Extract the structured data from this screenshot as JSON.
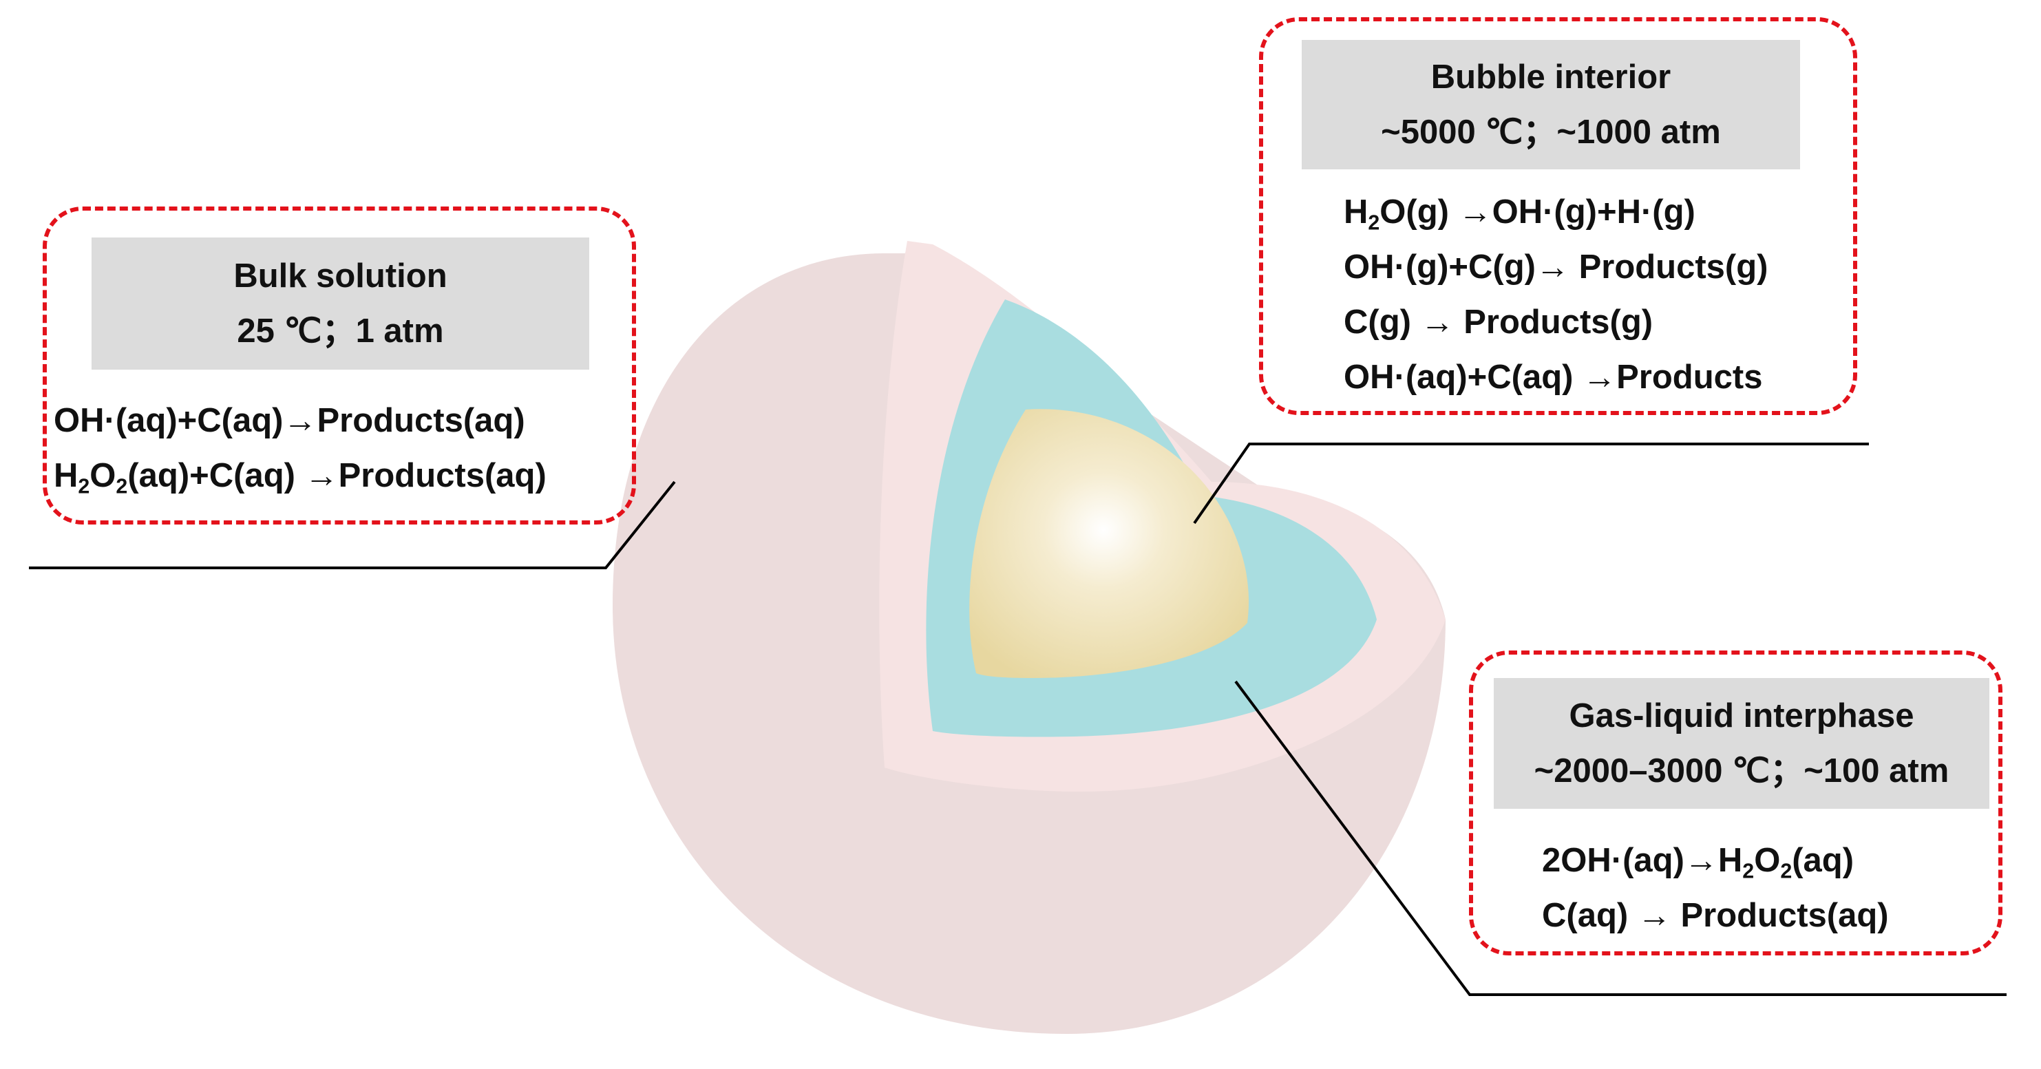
{
  "bulk_solution": {
    "title": "Bulk solution",
    "conditions": "25 ℃；1 atm",
    "reactions": [
      [
        "OH·(aq)+C(aq)",
        "→",
        "Products(aq)"
      ],
      [
        "H",
        "2",
        "O",
        "2",
        "(aq)+C(aq) ",
        "→",
        "Products(aq)"
      ]
    ]
  },
  "bubble_interior": {
    "title": "Bubble interior",
    "conditions": "~5000 ℃；~1000 atm",
    "reactions": [
      [
        "H",
        "2",
        "O(g) ",
        "→",
        "OH·(g)+H·(g)"
      ],
      [
        "OH·(g)+C(g)",
        "→",
        " Products(g)"
      ],
      [
        "C(g) ",
        "→",
        " Products(g)"
      ],
      [
        "OH·(aq)+C(aq) ",
        "→",
        "Products"
      ]
    ]
  },
  "gas_liquid_interphase": {
    "title": "Gas-liquid interphase",
    "conditions": "~2000–3000 ℃；~100 atm",
    "reactions": [
      [
        "2OH·(aq)",
        "→",
        "H",
        "2",
        "O",
        "2",
        "(aq)"
      ],
      [
        "C(aq) ",
        "→",
        " Products(aq)"
      ]
    ]
  },
  "colors": {
    "callout_border": "#e3121b",
    "header_fill": "#dcdcdc",
    "outer_sphere": "#ecdcdc",
    "interphase_layer": "#a9dde0",
    "bubble_core": "#ecdca6",
    "leader_line": "#000000"
  }
}
